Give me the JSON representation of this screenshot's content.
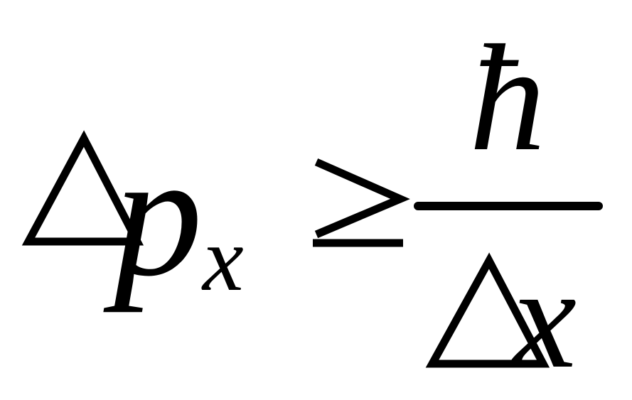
{
  "formula": {
    "lhs": {
      "delta": "Δ",
      "variable": "p",
      "subscript": "x"
    },
    "relation": "≥",
    "rhs": {
      "numerator": "ħ",
      "denominator": {
        "delta": "Δ",
        "variable": "x"
      }
    }
  },
  "colors": {
    "ink": "#000000",
    "background": "#ffffff"
  }
}
